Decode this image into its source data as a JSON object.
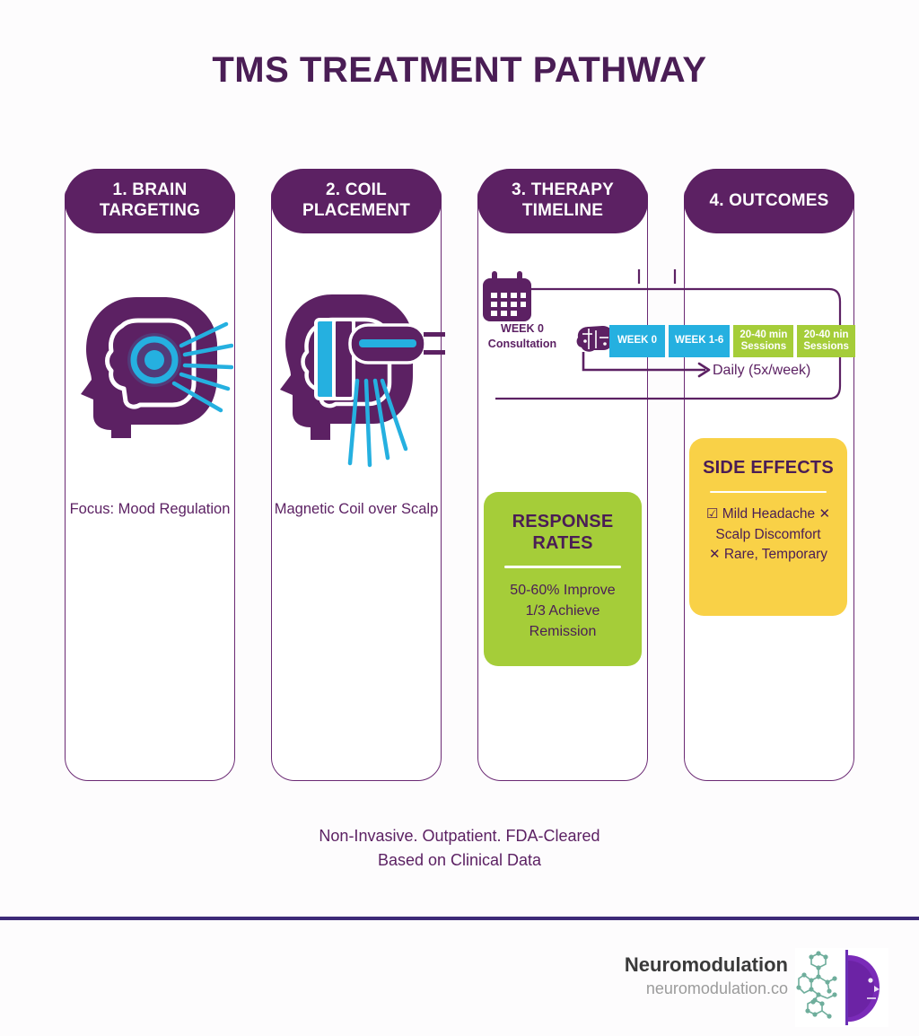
{
  "title": "TMS TREATMENT PATHWAY",
  "colors": {
    "purple": "#5c2163",
    "deep_purple": "#4a1d55",
    "cyan": "#25b0e0",
    "green": "#a5cd39",
    "yellow": "#f9d147",
    "divider": "#3d2a78",
    "background": "#fdfcfd"
  },
  "columns": [
    {
      "heading": "1. BRAIN TARGETING",
      "caption": "Focus: Mood Regulation",
      "icon": "head-brain-target-icon"
    },
    {
      "heading": "2. COIL PLACEMENT",
      "caption": "Magnetic Coil over Scalp",
      "icon": "head-coil-device-icon"
    },
    {
      "heading": "3. THERAPY TIMELINE",
      "caption": "",
      "icon": "calendar-icon"
    },
    {
      "heading": "4. OUTCOMES",
      "caption": "",
      "icon": "side-effects-icon"
    }
  ],
  "timeline": {
    "calendar_label": "WEEK 0\nConsultation",
    "calendar_label_line1": "WEEK 0",
    "calendar_label_line2": "Consultation",
    "chips": [
      {
        "label": "WEEK 0",
        "line2": "",
        "color": "blue"
      },
      {
        "label": "WEEK 1-6",
        "line2": "",
        "color": "blue"
      },
      {
        "label": "20-40 min",
        "line2": "Sessions",
        "color": "green"
      },
      {
        "label": "20-40 nin",
        "line2": "Sessions",
        "color": "green"
      }
    ],
    "frequency": "Daily (5x/week)"
  },
  "response_card": {
    "title_line1": "RESPONSE",
    "title_line2": "RATES",
    "body_line1": "50-60% Improve",
    "body_line2": "1/3 Achieve",
    "body_line3": "Remission"
  },
  "side_effects_card": {
    "title": "SIDE EFFECTS",
    "items": [
      {
        "lead_mark": "check",
        "text": "Mild Headache",
        "trail_mark": "x"
      },
      {
        "lead_mark": "",
        "text": "Scalp Discomfort",
        "trail_mark": ""
      },
      {
        "lead_mark": "x",
        "text": "Rare, Temporary",
        "trail_mark": ""
      }
    ],
    "marks": {
      "check": "☑",
      "x": "✕"
    }
  },
  "footnote": {
    "line1": "Non-Invasive. Outpatient. FDA-Cleared",
    "line2": "Based on Clinical Data"
  },
  "brand": {
    "name": "Neuromodulation",
    "url": "neuromodulation.co"
  }
}
